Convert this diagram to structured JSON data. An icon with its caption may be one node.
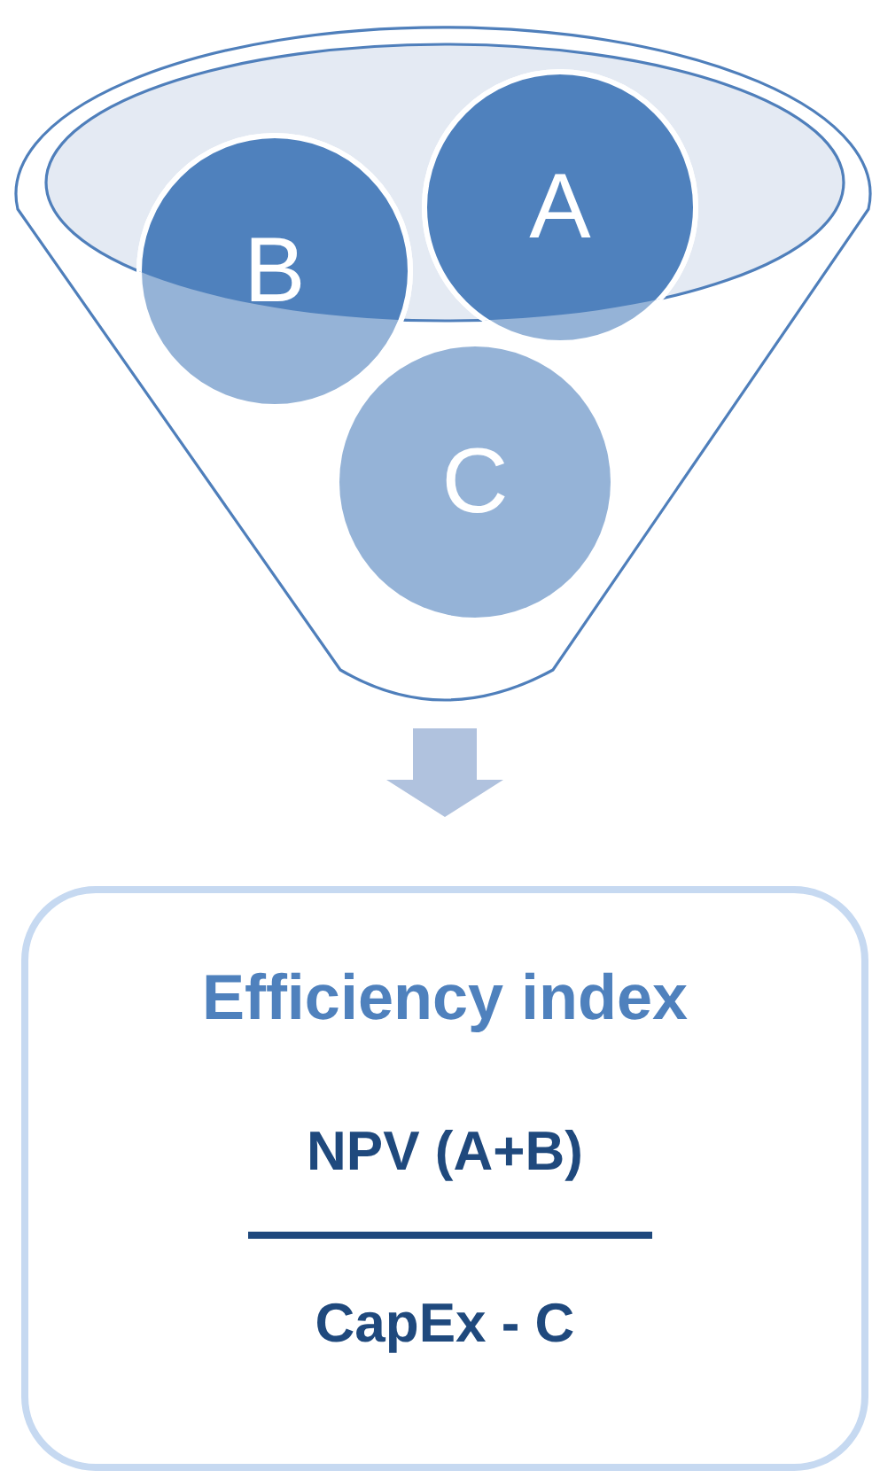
{
  "diagram": {
    "nodes": [
      {
        "text": [],
        "shape": "funnel"
      },
      {
        "text": [
          "B"
        ],
        "in": 0
      },
      {
        "text": [
          "A"
        ],
        "in": 0
      },
      {
        "text": [
          "C"
        ],
        "in": 0
      },
      {
        "text": [
          "Efficiency index",
          "NPV (A+B)",
          "CapEx - C"
        ]
      }
    ],
    "edges": [
      {
        "from": 0,
        "to": 4,
        "arrow": "to",
        "style": "thick"
      }
    ]
  }
}
